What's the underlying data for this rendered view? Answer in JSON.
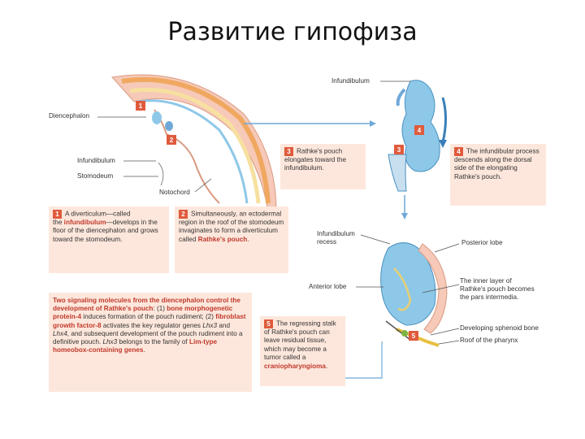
{
  "title": "Развитие гипофиза",
  "labels": {
    "diencephalon": "Diencephalon",
    "infundibulum_left": "Infundibulum",
    "stomodeum": "Stomodeum",
    "notochord": "Notochord",
    "infundibulum_top": "Infundibulum",
    "infundibulum_recess": "Infundibulum\nrecess",
    "anterior_lobe": "Anterior lobe",
    "posterior_lobe": "Posterior lobe",
    "pars_intermedia": "The inner layer of\nRathke's pouch becomes\nthe pars intermedia.",
    "sphenoid": "Developing sphenoid bone",
    "pharynx": "Roof of the pharynx"
  },
  "markers": [
    "1",
    "2",
    "3",
    "4",
    "5"
  ],
  "boxes": {
    "b1_a": "A diverticulum—called",
    "b1_b": "the ",
    "b1_red": "infundibulum",
    "b1_c": "—develops in the floor of the diencephalon and grows toward the stomodeum.",
    "b2_a": "Simultaneously, an ectodermal region in the roof of the stomodeum invaginates to form a diverticulum called ",
    "b2_red": "Rathke's pouch",
    "b2_end": ".",
    "b3": "Rathke's pouch elongates toward the infundibulum.",
    "b4": "The infundibular process descends along the dorsal side of the elongating Rathke's pouch.",
    "b5_a": "The regressing stalk of Rathke's pouch can leave residual tissue, which may become a tumor called a ",
    "b5_red": "craniopharyngioma",
    "b5_end": "."
  },
  "signaling": {
    "s1": "Two signaling molecules from the diencephalon control the development of Rathke's pouch",
    "s2": ": (1) ",
    "s3": "bone morphogenetic protein-4",
    "s4": " induces formation of the pouch rudiment; (2) ",
    "s5": "fibroblast growth factor-8",
    "s6": " activates the key regulator genes ",
    "s7": "Lhx3",
    "s8": " and ",
    "s9": "Lhx4",
    "s10": ", and subsequent development of the pouch rudiment into a definitive pouch. ",
    "s11": "Lhx3",
    "s12": " belongs to the family of ",
    "s13": "Lim-type homeobox-containing genes",
    "s14": "."
  },
  "colors": {
    "box_bg": "#fde7dc",
    "marker": "#e05a3c",
    "accent_red": "#c0392b",
    "tissue_blue": "#8ec8e8",
    "tissue_pink": "#f6c9b8",
    "tissue_orange": "#f0a860"
  }
}
